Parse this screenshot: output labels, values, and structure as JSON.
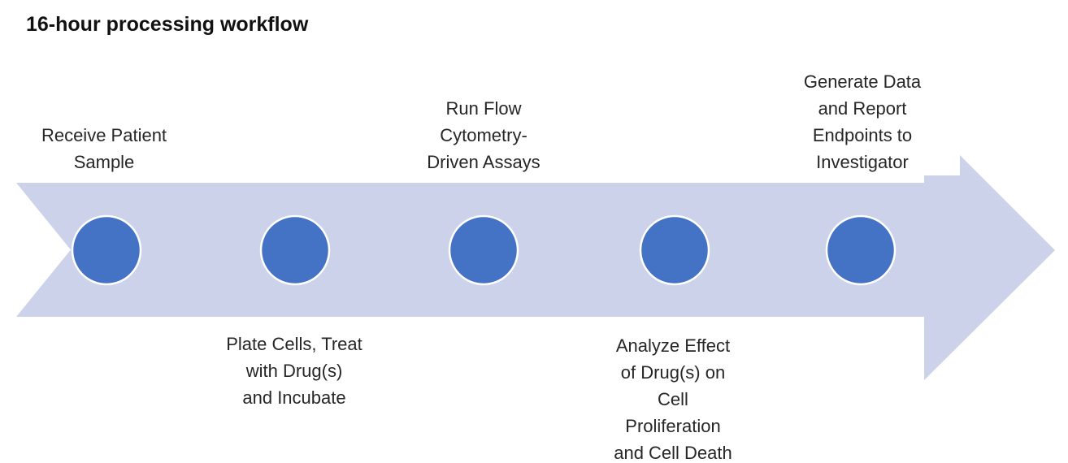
{
  "title": "16-hour processing workflow",
  "colors": {
    "arrow_fill": "#CCD2E9",
    "circle_fill": "#4472C4",
    "circle_stroke": "#FFFFFF",
    "title_color": "#111111",
    "label_color": "#262626"
  },
  "steps": [
    {
      "label": "Receive Patient\nSample",
      "position": "above"
    },
    {
      "label": "Plate Cells, Treat\nwith Drug(s)\nand Incubate",
      "position": "below"
    },
    {
      "label": "Run Flow\nCytometry-\nDriven Assays",
      "position": "above"
    },
    {
      "label": "Analyze Effect\nof Drug(s) on\nCell\nProliferation\nand Cell Death",
      "position": "below"
    },
    {
      "label": "Generate Data\nand Report\nEndpoints to\nInvestigator",
      "position": "above"
    }
  ]
}
